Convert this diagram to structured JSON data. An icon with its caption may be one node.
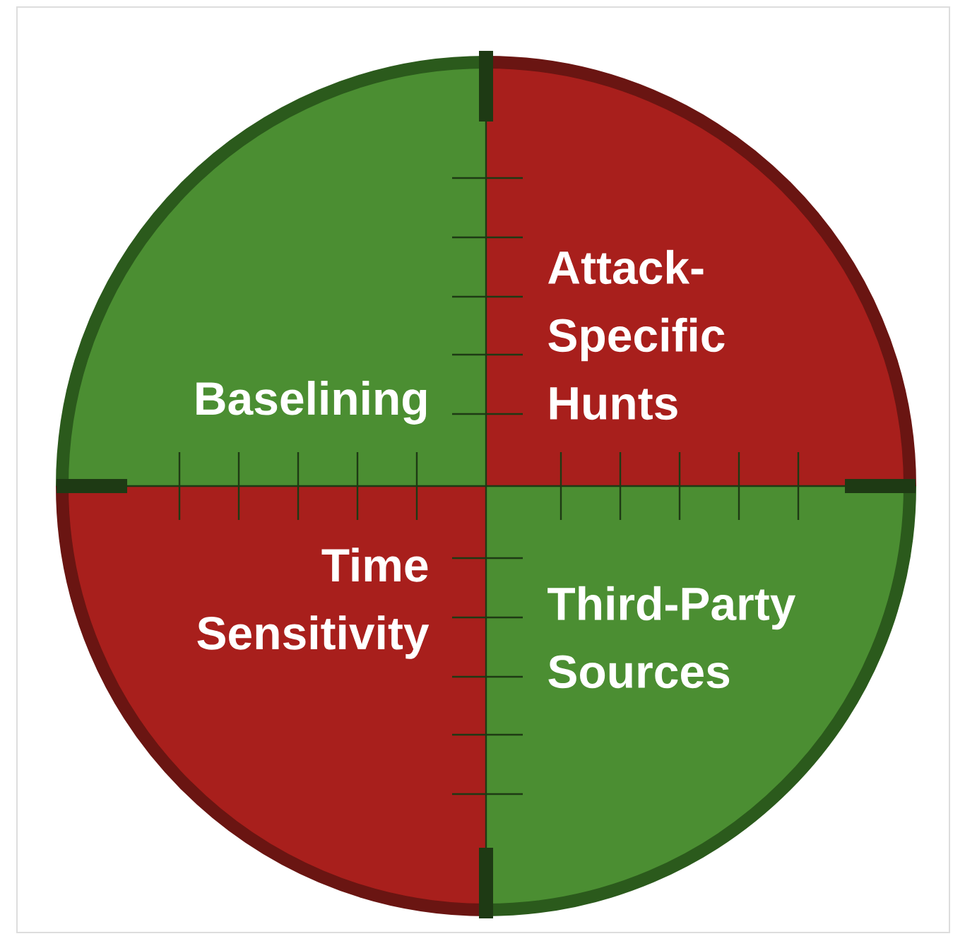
{
  "diagram": {
    "nodes": [
      {
        "text": [
          "Baselining"
        ]
      },
      {
        "text": [
          "Attack-Specific Hunts"
        ]
      },
      {
        "text": [
          "Time Sensitivity"
        ]
      },
      {
        "text": [
          "Third-Party Sources"
        ]
      }
    ]
  }
}
